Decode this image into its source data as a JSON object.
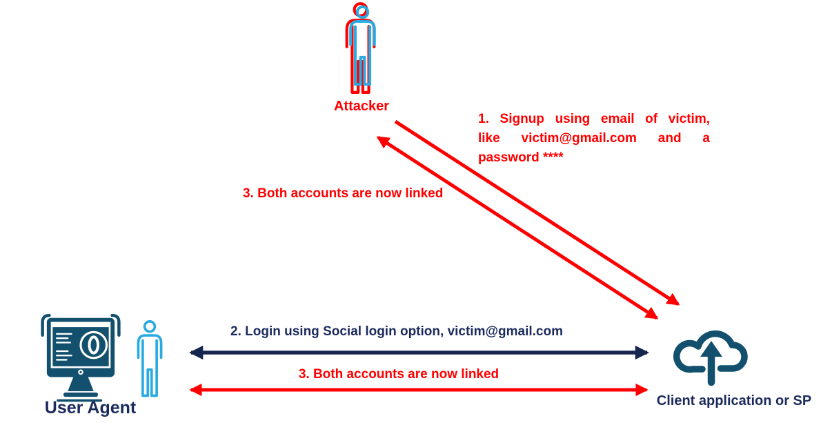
{
  "colors": {
    "background": "#FFFFFF",
    "red": "#FF0000",
    "navy_text": "#1B2A5C",
    "navy_arrow": "#17264F",
    "teal": "#12506E",
    "light_blue": "#29ABE2"
  },
  "nodes": {
    "attacker": {
      "label": "Attacker"
    },
    "user_agent": {
      "label": "User Agent"
    },
    "client": {
      "label": "Client application or SP"
    }
  },
  "messages": {
    "signup": {
      "line1": "1. Signup using email of victim,",
      "line2": "like victim@gmail.com and a",
      "line3": "password ****"
    },
    "linked_top": {
      "text": "3. Both accounts are now linked"
    },
    "login": {
      "text": "2. Login using Social login option, victim@gmail.com"
    },
    "linked_bottom": {
      "text": "3. Both accounts are now linked"
    }
  }
}
